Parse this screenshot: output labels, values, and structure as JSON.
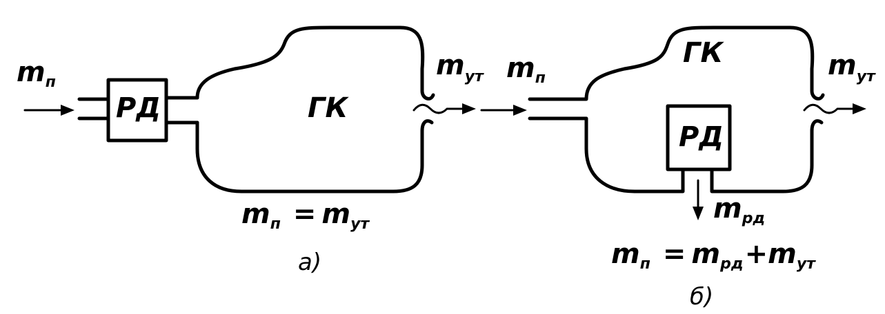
{
  "diagrams": {
    "a": {
      "caption": "а)",
      "chamber_label": "ГК",
      "regulator_label": "РД",
      "inflow": {
        "main": "m",
        "sub": "п"
      },
      "outflow": {
        "main": "m",
        "sub": "ут"
      },
      "equation": {
        "lhs_main": "m",
        "lhs_sub": "п",
        "eq": "=",
        "rhs_main": "m",
        "rhs_sub": "ут"
      }
    },
    "b": {
      "caption": "б)",
      "chamber_label": "ГК",
      "regulator_label": "РД",
      "inflow": {
        "main": "m",
        "sub": "п"
      },
      "outflow": {
        "main": "m",
        "sub": "ут"
      },
      "regulator_flow": {
        "main": "m",
        "sub": "рд"
      },
      "equation": {
        "lhs_main": "m",
        "lhs_sub": "п",
        "eq": "=",
        "t1_main": "m",
        "t1_sub": "рд",
        "plus": "+",
        "t2_main": "m",
        "t2_sub": "ут"
      }
    }
  }
}
